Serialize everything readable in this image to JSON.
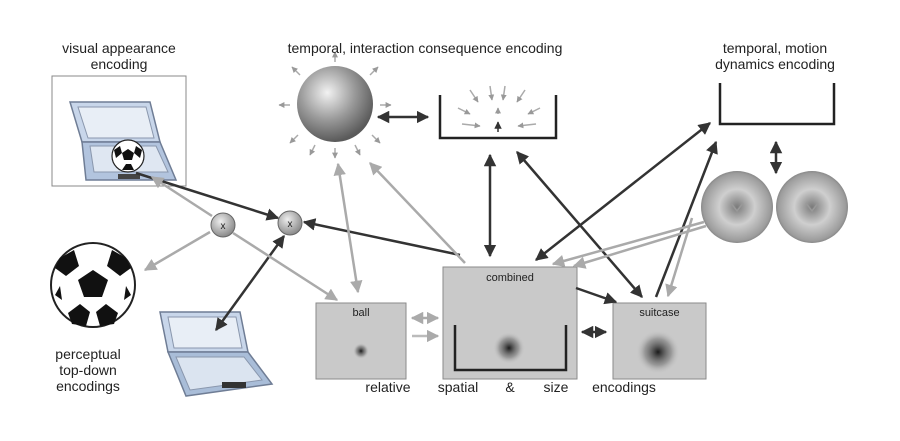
{
  "labels": {
    "visual_appearance_line1": "visual appearance",
    "visual_appearance_line2": "encoding",
    "temporal_interaction": "temporal, interaction consequence encoding",
    "temporal_motion_line1": "temporal, motion",
    "temporal_motion_line2": "dynamics encoding",
    "perceptual_line1": "perceptual",
    "perceptual_line2": "top-down",
    "perceptual_line3": "encodings",
    "combined": "combined",
    "ball": "ball",
    "suitcase": "suitcase",
    "relative": "relative",
    "spatial": "spatial",
    "ampersand": "&",
    "size": "size",
    "encodings": "encodings",
    "multiply_1": "x",
    "multiply_2": "x"
  },
  "colors": {
    "dark_arrow": "#333333",
    "light_arrow": "#aaaaaa",
    "box_fill": "#c9c9c9",
    "box_stroke": "#8a8a8a",
    "suitcase_blue": "#a9bdd8"
  }
}
